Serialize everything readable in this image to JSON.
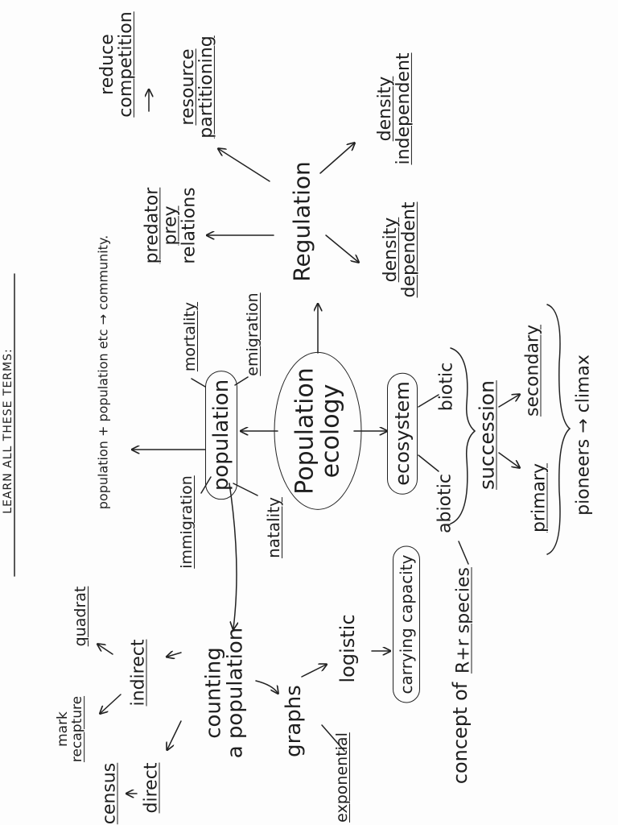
{
  "page": {
    "header": "LEARN ALL THESE TERMS:"
  },
  "nodes": {
    "population_ecology_line1": "Population",
    "population_ecology_line2": "ecology",
    "population": "population",
    "ecosystem": "ecosystem",
    "regulation": "Regulation",
    "community_phrase": "population + population etc → community.",
    "immigration_left": "immigration",
    "natality": "natality",
    "mortality": "mortality",
    "emigration": "emigration",
    "predator_prey_line1": "predator",
    "predator_prey_line2": "prey",
    "predator_prey_line3": "relations",
    "resource_partitioning_line1": "resource",
    "resource_partitioning_line2": "partitioning",
    "reduce_competition_line1": "reduce",
    "reduce_competition_line2": "competition",
    "density_independent_line1": "density",
    "density_independent_line2": "independent",
    "density_dependent_line1": "density",
    "density_dependent_line2": "dependent",
    "abiotic": "abiotic",
    "biotic": "biotic",
    "succession": "succession",
    "primary": "primary",
    "secondary": "secondary",
    "pioneers_climax": "pioneers → climax",
    "carrying_capacity": "carrying capacity",
    "r_k_species": "R+r species",
    "concept_of": "concept of",
    "logistic": "logistic",
    "counting_line1": "counting",
    "counting_line2": "a population",
    "graphs": "graphs",
    "exponential": "exponential",
    "indirect": "indirect",
    "quadrat": "quadrat",
    "mark_recapture_line1": "mark",
    "mark_recapture_line2": "recapture",
    "direct": "direct",
    "census": "census"
  },
  "colors": {
    "ink": "#1e1e1e",
    "paper": "#fdfdfd"
  }
}
